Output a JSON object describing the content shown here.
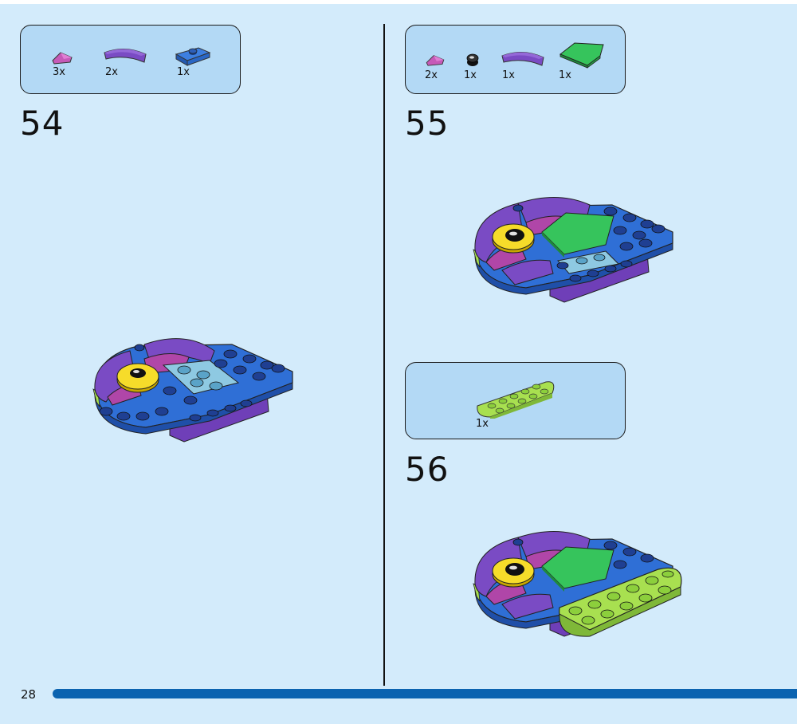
{
  "page": {
    "number": "28"
  },
  "steps": [
    {
      "number": "54",
      "parts": [
        {
          "qty": "3x",
          "icon": "pink-wedge-tile-icon"
        },
        {
          "qty": "2x",
          "icon": "purple-curved-slope-icon"
        },
        {
          "qty": "1x",
          "icon": "blue-jumper-plate-icon"
        }
      ]
    },
    {
      "number": "55",
      "parts": [
        {
          "qty": "2x",
          "icon": "pink-wedge-tile-icon"
        },
        {
          "qty": "1x",
          "icon": "black-round-stud-icon"
        },
        {
          "qty": "1x",
          "icon": "purple-curved-slope-icon"
        },
        {
          "qty": "1x",
          "icon": "green-pentagon-tile-icon"
        }
      ]
    },
    {
      "number": "56",
      "parts": [
        {
          "qty": "1x",
          "icon": "lime-curved-plate-icon"
        }
      ]
    }
  ],
  "colors": {
    "background": "#d3ebfb",
    "parts_box": "#b3d9f5",
    "bar": "#0b63b0",
    "blue": "#2f6fd6",
    "purple": "#7a4bc4",
    "magenta": "#b046a8",
    "light_blue": "#8ec9e2",
    "yellow": "#f6dc2a",
    "green": "#36c45c",
    "lime": "#a8e050"
  }
}
